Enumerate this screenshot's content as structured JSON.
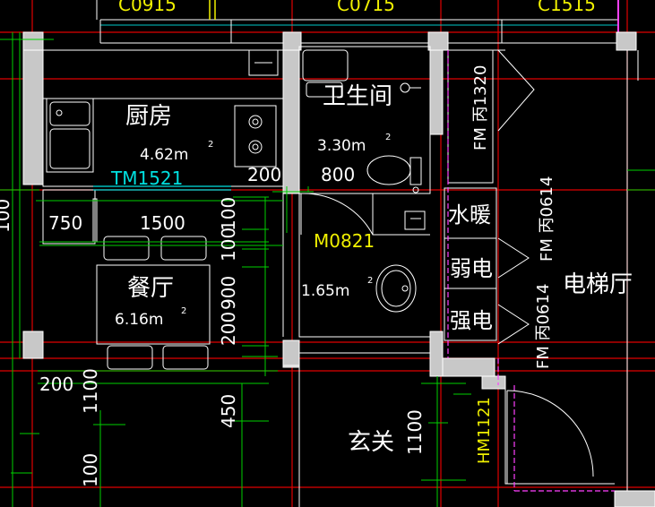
{
  "colors": {
    "background": "#000000",
    "wall": "#c8c8c8",
    "room_line": "#ffffff",
    "axis": "#e00000",
    "dimension": "#00d000",
    "text_white": "#ffffff",
    "text_yellow": "#f0f000",
    "text_cyan": "#00e0e0",
    "partition": "#ff40ff",
    "window": "#00c8c8"
  },
  "top_labels": [
    "C0915",
    "C0715",
    "C1515"
  ],
  "rooms": {
    "kitchen": {
      "name": "厨房",
      "area": "4.62m",
      "sup": "2"
    },
    "bathroom": {
      "name": "卫生间",
      "area": "3.30m",
      "sup": "2"
    },
    "dining": {
      "name": "餐厅",
      "area": "6.16m",
      "sup": "2"
    },
    "small_room": {
      "area": "1.65m",
      "sup": "2"
    },
    "foyer": {
      "name": "玄关"
    },
    "elevator_hall": {
      "name": "电梯厅"
    },
    "shaft_water": {
      "name": "水暖"
    },
    "shaft_weak": {
      "name": "弱电"
    },
    "shaft_strong": {
      "name": "强电"
    }
  },
  "door_labels": {
    "kitchen_door": "TM1521",
    "bath_door": "M0821",
    "fm1": "FM 丙1320",
    "fm2": "FM 丙0614",
    "fm3": "FM 丙0614",
    "entry_door": "HM1121"
  },
  "dimensions": {
    "d200_kitchen": "200",
    "d800": "800",
    "d750": "750",
    "d1500": "1500",
    "d100_a": "100",
    "d100_b": "100",
    "d900": "900",
    "d200_c": "200",
    "d200_left": "200",
    "d1100_left": "1100",
    "d450": "450",
    "d1100_foyer": "1100",
    "d100_bottom": "100",
    "d100_edge": "100"
  }
}
